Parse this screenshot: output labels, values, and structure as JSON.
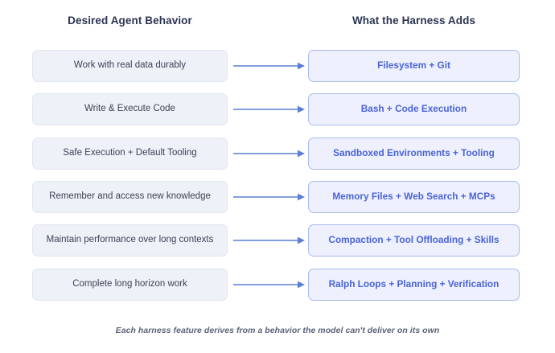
{
  "headers": {
    "left": "Desired Agent Behavior",
    "right": "What the Harness Adds"
  },
  "rows": [
    {
      "behavior": "Work with real data durably",
      "harness": "Filesystem + Git"
    },
    {
      "behavior": "Write & Execute Code",
      "harness": "Bash + Code Execution"
    },
    {
      "behavior": "Safe Execution + Default Tooling",
      "harness": "Sandboxed Environments + Tooling"
    },
    {
      "behavior": "Remember and access new knowledge",
      "harness": "Memory Files + Web Search + MCPs"
    },
    {
      "behavior": "Maintain performance over long contexts",
      "harness": "Compaction + Tool Offloading + Skills"
    },
    {
      "behavior": "Complete long horizon work",
      "harness": "Ralph Loops + Planning + Verification"
    }
  ],
  "caption": "Each harness feature derives from a behavior the model can't deliver on its own",
  "colors": {
    "background": "#ffffff",
    "header_text": "#2c3552",
    "behavior_fill": "#eef1f8",
    "behavior_border": "#e2e6f0",
    "behavior_text": "#3d4254",
    "harness_fill": "#eef1fd",
    "harness_border": "#a8bbee",
    "harness_text": "#4a63d8",
    "arrow": "#5b7fd4",
    "caption_text": "#5c6379"
  }
}
